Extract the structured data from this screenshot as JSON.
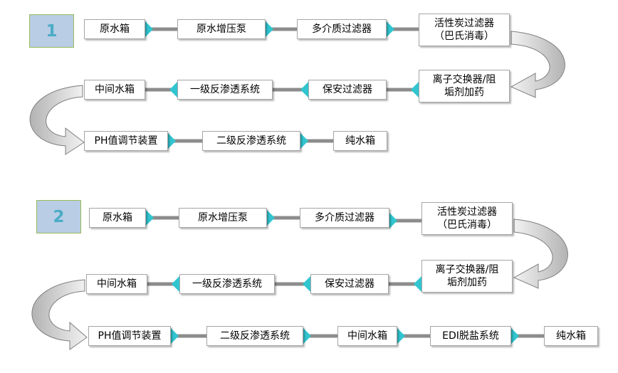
{
  "colors": {
    "badge_fill": "#b9cde5",
    "badge_border": "#9bbb59",
    "badge_text": "#4bacc6",
    "arrow_head": "#31c5d0",
    "connector": "#8c8c8c",
    "curve_fill_dark": "#bfbfbf",
    "curve_fill_light": "#f2f2f2",
    "curve_stroke": "#7f7f7f"
  },
  "flow1": {
    "badge": "1",
    "row1": [
      "原水箱",
      "原水增压泵",
      "多介质过滤器",
      "活性炭过滤器\n（巴氏消毒）"
    ],
    "row2": [
      "离子交换器/阻\n垢剂加药",
      "保安过滤器",
      "一级反渗透系统",
      "中间水箱"
    ],
    "row3": [
      "PH值调节装置",
      "二级反渗透系统",
      "纯水箱"
    ]
  },
  "flow2": {
    "badge": "2",
    "row1": [
      "原水箱",
      "原水增压泵",
      "多介质过滤器",
      "活性炭过滤器\n（巴氏消毒）"
    ],
    "row2": [
      "离子交换器/阻\n垢剂加药",
      "保安过滤器",
      "一级反渗透系统",
      "中间水箱"
    ],
    "row3": [
      "PH值调节装置",
      "二级反渗透系统",
      "中间水箱",
      "EDI脱盐系统",
      "纯水箱"
    ]
  }
}
